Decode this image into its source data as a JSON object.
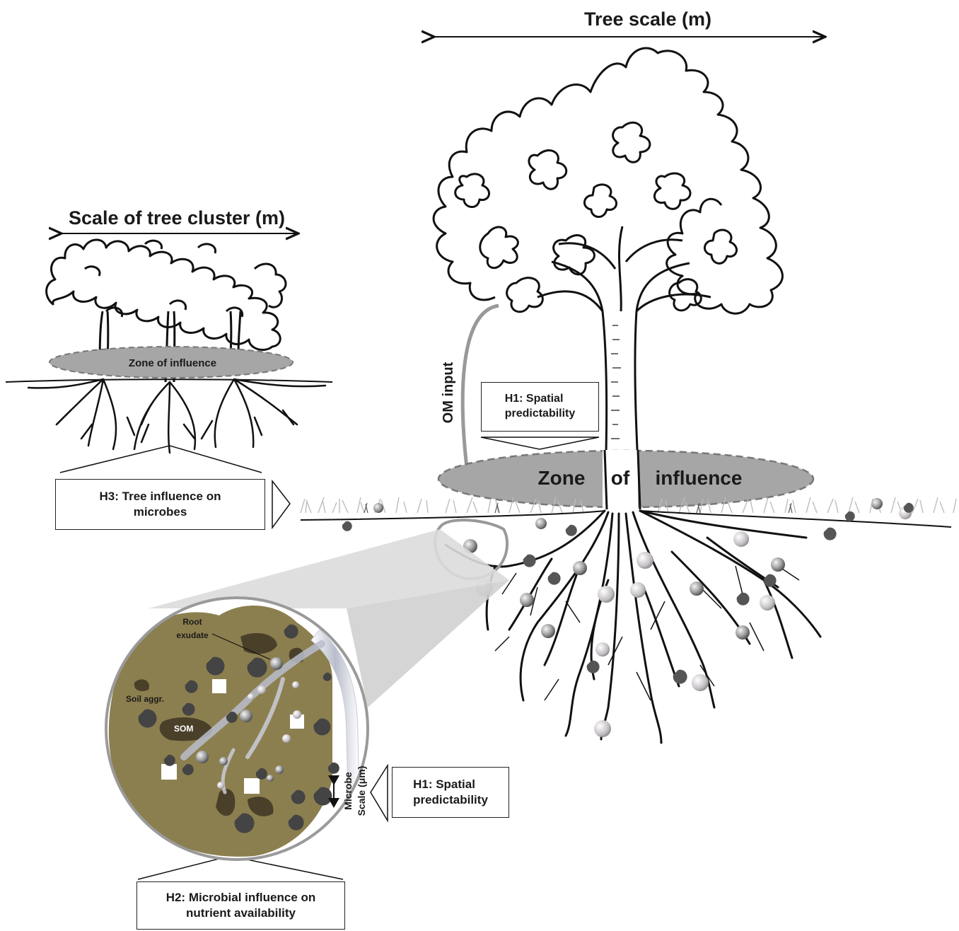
{
  "labels": {
    "tree_scale": "Tree scale (m)",
    "cluster_scale": "Scale of tree cluster (m)",
    "zone_small": "Zone  of   influence",
    "zone_big_1": "Zone",
    "zone_big_2": "of",
    "zone_big_3": "influence",
    "om_input": "OM input",
    "root_exudate_1": "Root",
    "root_exudate_2": "exudate",
    "soil_aggr": "Soil aggr.",
    "som": "SOM",
    "microbe_scale_1": "Microbe",
    "microbe_scale_2": "Scale (μm)"
  },
  "boxes": {
    "h1_top": "H1: Spatial\npredictability",
    "h3": "H3: Tree influence on\nmicrobes",
    "h1_bottom": "H1: Spatial\npredictability",
    "h2": "H2: Microbial influence on\nnutrient availability"
  },
  "colors": {
    "soil": "#8c7f4f",
    "som": "#4a402a",
    "zone": "#a6a6a6",
    "root": "#111111",
    "grass": "#b8b8b8"
  }
}
